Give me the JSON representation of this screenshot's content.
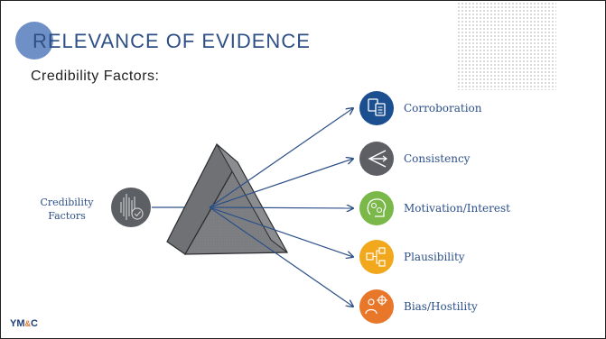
{
  "slide": {
    "title": "RELEVANCE OF EVIDENCE",
    "subtitle": "Credibility Factors:",
    "brand_part1": "YM",
    "brand_amp": "&",
    "brand_part2": "C"
  },
  "diagram": {
    "source_label_line1": "Credibility",
    "source_label_line2": "Factors",
    "factors": [
      {
        "label": "Corroboration",
        "color": "#1c4f8f",
        "icon": "document-exchange-icon"
      },
      {
        "label": "Consistency",
        "color": "#5c5f63",
        "icon": "arrows-converge-icon"
      },
      {
        "label": "Motivation/Interest",
        "color": "#7ab84a",
        "icon": "brain-gears-icon"
      },
      {
        "label": "Plausibility",
        "color": "#f2a81d",
        "icon": "flowchart-icon"
      },
      {
        "label": "Bias/Hostility",
        "color": "#e8772a",
        "icon": "people-conflict-icon"
      }
    ]
  },
  "colors": {
    "title": "#2d4f86",
    "arrow": "#2d5088",
    "prism": "#7d7f83",
    "label": "#2d5088"
  }
}
